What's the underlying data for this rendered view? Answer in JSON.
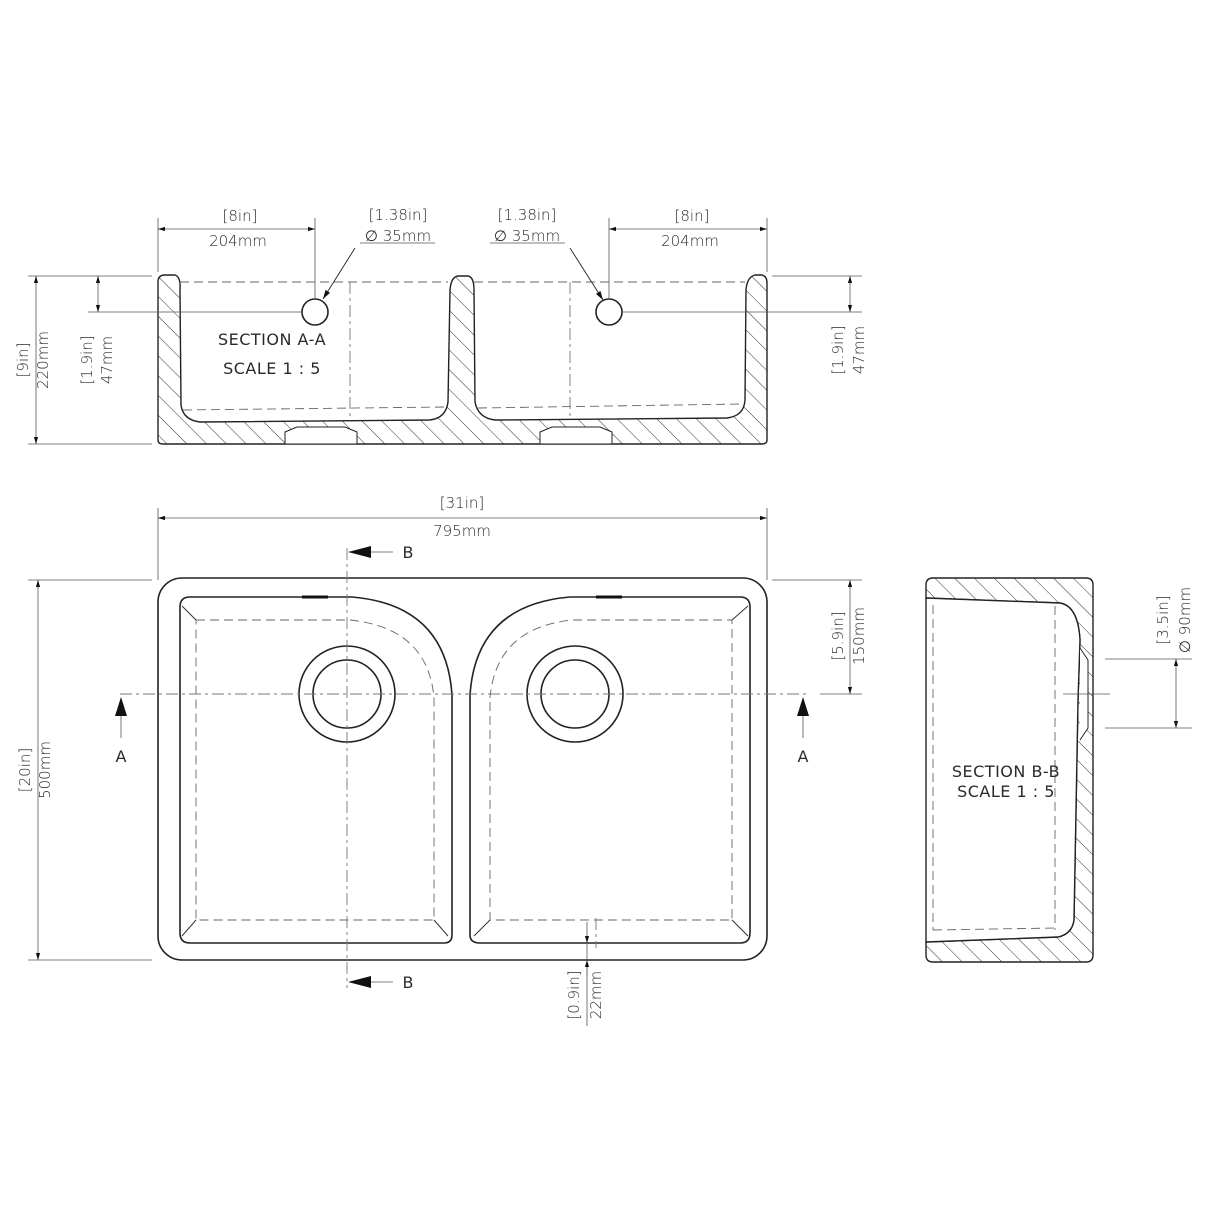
{
  "section_aa": {
    "title": "SECTION A-A",
    "scale": "SCALE 1 : 5",
    "dim_left_offset": {
      "imperial": "[8in]",
      "metric": "204mm"
    },
    "dim_right_offset": {
      "imperial": "[8in]",
      "metric": "204mm"
    },
    "hole_left": {
      "imperial": "[1.38in]",
      "metric": "∅ 35mm"
    },
    "hole_right": {
      "imperial": "[1.38in]",
      "metric": "∅ 35mm"
    },
    "height": {
      "imperial": "[9in]",
      "metric": "220mm"
    },
    "hole_height_left": {
      "imperial": "[1.9in]",
      "metric": "47mm"
    },
    "hole_height_right": {
      "imperial": "[1.9in]",
      "metric": "47mm"
    }
  },
  "plan_view": {
    "width": {
      "imperial": "[31in]",
      "metric": "795mm"
    },
    "depth": {
      "imperial": "[20in]",
      "metric": "500mm"
    },
    "drain_offset": {
      "imperial": "[5.9in]",
      "metric": "150mm"
    },
    "front_rim": {
      "imperial": "[0.9in]",
      "metric": "22mm"
    },
    "section_marker_a": "A",
    "section_marker_b": "B"
  },
  "section_bb": {
    "title": "SECTION B-B",
    "scale": "SCALE 1 : 5",
    "drain": {
      "imperial": "[3.5in]",
      "metric": "∅ 90mm"
    }
  }
}
